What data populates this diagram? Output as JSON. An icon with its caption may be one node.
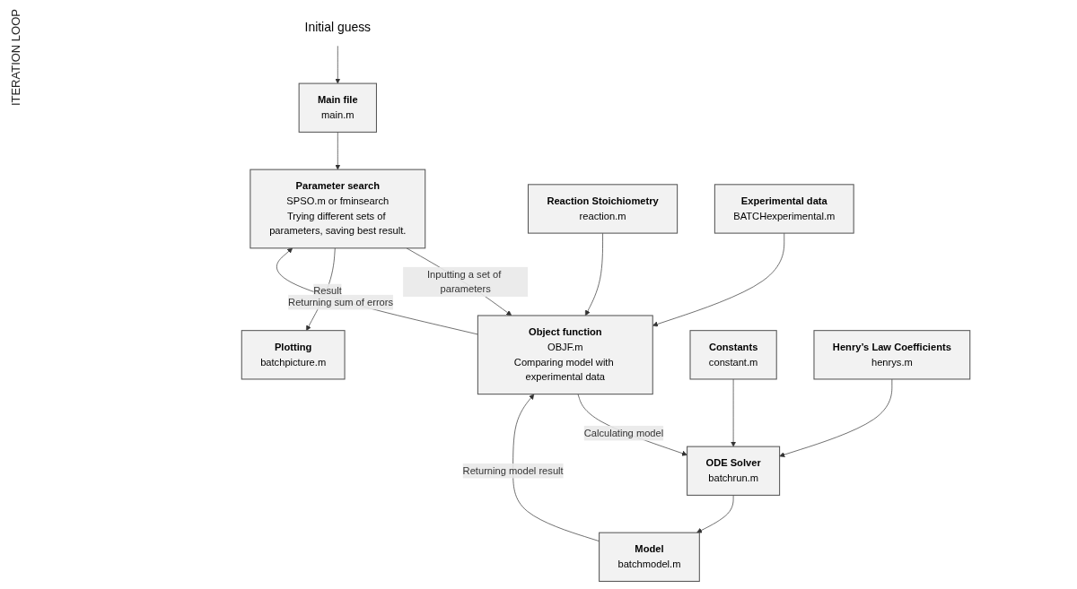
{
  "diagram": {
    "nodes": [
      {
        "text": [
          "Initial guess"
        ]
      },
      {
        "text": [
          "Main file",
          "main.m"
        ]
      },
      {
        "text": [
          "Parameter search",
          "SPSO.m or fminsearch",
          "Trying different sets of parameters, saving best result."
        ]
      },
      {
        "text": [
          "Plotting",
          "batchpicture.m"
        ]
      },
      {
        "text": [
          "Object function",
          "OBJF.m",
          "Comparing model with experimental data"
        ]
      },
      {
        "text": [
          "Reaction Stoichiometry",
          "reaction.m"
        ]
      },
      {
        "text": [
          "ODE Solver",
          "batchrun.m"
        ]
      },
      {
        "text": [
          "Constants",
          "constant.m"
        ]
      },
      {
        "text": [
          "Henry’s Law Coefficients",
          "henrys.m"
        ]
      },
      {
        "text": [
          "Model",
          "batchmodel.m"
        ]
      },
      {
        "text": [
          "Experimental data",
          "BATCHexperimental.m"
        ]
      }
    ],
    "edges": [
      {
        "from": 0,
        "to": 1,
        "arrow": "to"
      },
      {
        "from": 1,
        "to": 2,
        "arrow": "to"
      },
      {
        "from": 2,
        "to": 4,
        "arrow": "to",
        "label": "Inputting a set of parameters"
      },
      {
        "from": 4,
        "to": 2,
        "arrow": "to",
        "label": "Returning sum of errors"
      },
      {
        "from": 2,
        "to": 3,
        "arrow": "to",
        "label": "Result"
      },
      {
        "from": 5,
        "to": 4,
        "arrow": "to"
      },
      {
        "from": 4,
        "to": 6,
        "arrow": "to",
        "label": "Calculating model"
      },
      {
        "from": 7,
        "to": 6,
        "arrow": "to"
      },
      {
        "from": 8,
        "to": 6,
        "arrow": "to"
      },
      {
        "from": 6,
        "to": 9,
        "arrow": "to"
      },
      {
        "from": 9,
        "to": 4,
        "arrow": "to",
        "label": "Returning model result"
      },
      {
        "from": 10,
        "to": 4,
        "arrow": "to"
      }
    ],
    "labels": [
      "ITERATION LOOP"
    ]
  }
}
